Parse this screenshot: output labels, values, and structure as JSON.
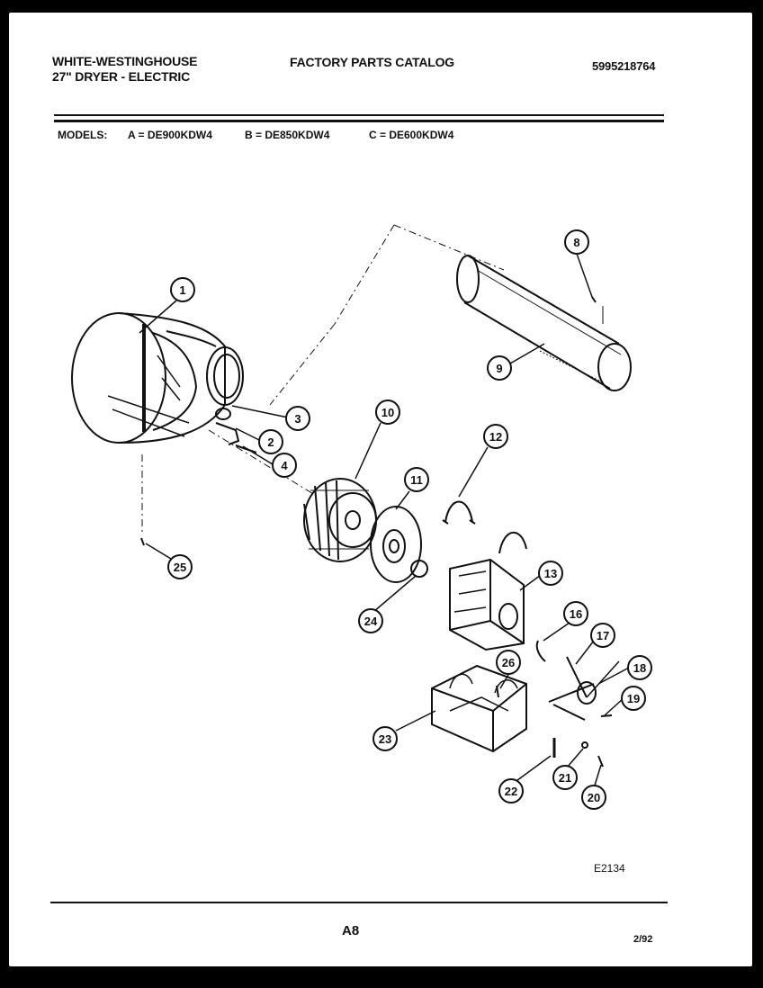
{
  "header": {
    "brand": "WHITE-WESTINGHOUSE",
    "product": "27\" DRYER - ELECTRIC",
    "catalog_title": "FACTORY PARTS CATALOG",
    "catalog_number": "5995218764"
  },
  "models": {
    "label": "MODELS:",
    "a": "A = DE900KDW4",
    "b": "B = DE850KDW4",
    "c": "C = DE600KDW4"
  },
  "diagram": {
    "callouts": [
      "1",
      "2",
      "3",
      "4",
      "8",
      "9",
      "10",
      "11",
      "12",
      "13",
      "16",
      "17",
      "18",
      "19",
      "20",
      "21",
      "22",
      "23",
      "24",
      "25",
      "26"
    ]
  },
  "footer": {
    "drawing_code": "E2134",
    "page": "A8",
    "date": "2/92"
  }
}
